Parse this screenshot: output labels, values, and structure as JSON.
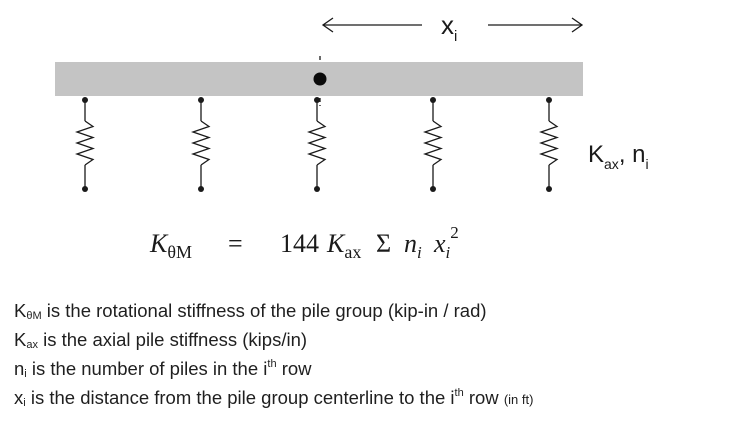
{
  "diagram": {
    "dimension_label": {
      "main": "x",
      "sub": "i"
    },
    "pile_label": {
      "k": "K",
      "k_sub": "ax",
      "sep": ", ",
      "n": "n",
      "n_sub": "i"
    },
    "pile_count": 5,
    "colors": {
      "cap_fill": "#c4c4c4",
      "line": "#1a1a1a"
    }
  },
  "formula": {
    "lhs": "K",
    "lhs_sub": "θM",
    "equals": "=",
    "coefficient": "144",
    "k": "K",
    "k_sub": "ax",
    "sum": "Σ",
    "n": "n",
    "n_sub": "i",
    "x": "x",
    "x_sub": "i",
    "exponent": "2"
  },
  "definitions": [
    {
      "symbol": "K",
      "symbol_sub": "θM",
      "text": " is the rotational stiffness of the pile group (kip-in / rad)"
    },
    {
      "symbol": "K",
      "symbol_sub": "ax",
      "text": " is the axial pile stiffness (kips/in)"
    },
    {
      "symbol": "n",
      "symbol_sub": "i",
      "text_before": " is the number of piles in the i",
      "sup": "th",
      "text_after": " row"
    },
    {
      "symbol": "x",
      "symbol_sub": "i",
      "text_before": " is the distance from the pile group centerline to the i",
      "sup": "th",
      "text_after": " row ",
      "note": "(in ft)"
    }
  ]
}
